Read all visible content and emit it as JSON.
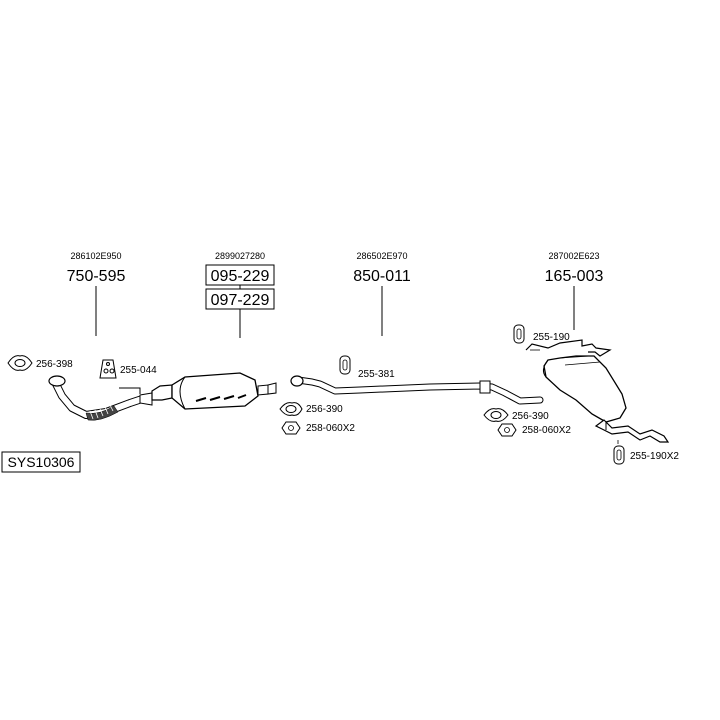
{
  "system_id": "SYS10306",
  "groups": [
    {
      "oem": "286102E950",
      "parts": [
        "750-595"
      ]
    },
    {
      "oem": "2899027280",
      "parts": [
        "095-229",
        "097-229"
      ]
    },
    {
      "oem": "286502E970",
      "parts": [
        "850-011"
      ]
    },
    {
      "oem": "287002E623",
      "parts": [
        "165-003"
      ]
    }
  ],
  "callouts": [
    {
      "code": "256-398"
    },
    {
      "code": "255-044"
    },
    {
      "code": "255-381"
    },
    {
      "code": "256-390"
    },
    {
      "code": "258-060X2"
    },
    {
      "code": "255-190"
    },
    {
      "code": "256-390"
    },
    {
      "code": "258-060X2"
    },
    {
      "code": "255-190X2"
    }
  ]
}
